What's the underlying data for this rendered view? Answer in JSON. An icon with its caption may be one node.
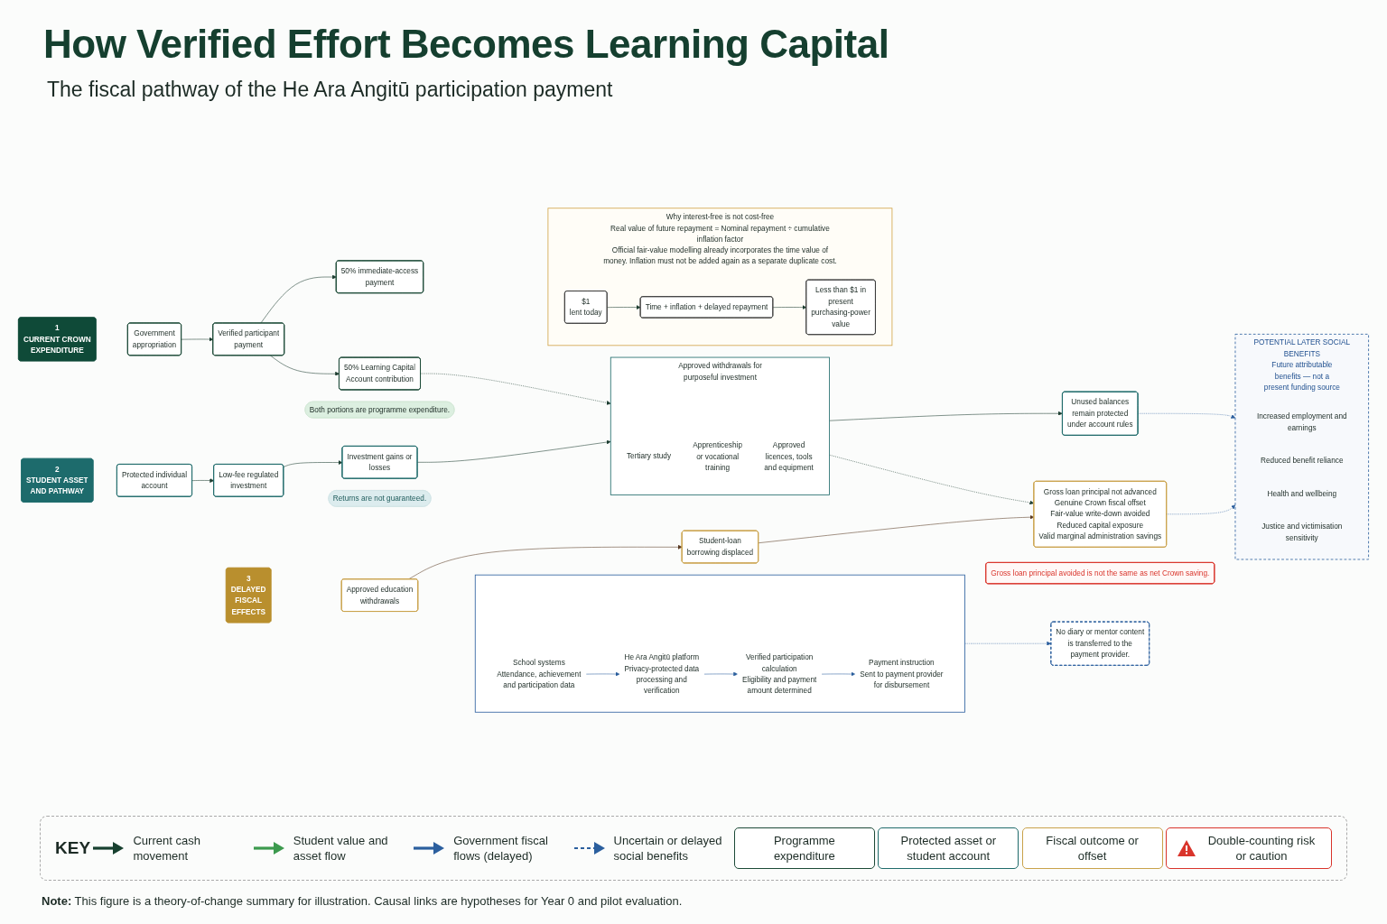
{
  "diagram": {
    "title": "How Verified Effort Becomes Learning Capital",
    "caption": "**Note:** This figure is a theory-of-change summary for illustration. Causal links are hypotheses for Year 0 and pilot evaluation.",
    "nodes": [
      {
        "text": [
          "1",
          "CURRENT CROWN EXPENDITURE"
        ]
      },
      {
        "text": [
          "Government appropriation"
        ]
      },
      {
        "text": [
          "Verified participant payment"
        ]
      },
      {
        "text": [
          "50% immediate-access payment"
        ]
      },
      {
        "text": [
          "50% Learning Capital Account contribution"
        ]
      },
      {
        "text": [
          "Both portions are programme expenditure."
        ]
      },
      {
        "text": [
          "Why interest-free is not cost-free",
          "Real value of future repayment = Nominal repayment ÷ cumulative inflation factor",
          "Official fair-value modelling already incorporates the time value of money. Inflation must not be added again as a separate duplicate cost."
        ]
      },
      {
        "text": [
          "$1",
          "lent today"
        ],
        "in": 6
      },
      {
        "text": [
          "Time + inflation + delayed repayment"
        ],
        "in": 6
      },
      {
        "text": [
          "Less than $1 in present purchasing-power value"
        ],
        "in": 6
      },
      {
        "text": [
          "2",
          "STUDENT ASSET AND PATHWAY"
        ]
      },
      {
        "text": [
          "Protected individual account"
        ]
      },
      {
        "text": [
          "Low-fee regulated investment"
        ]
      },
      {
        "text": [
          "Investment gains or losses"
        ]
      },
      {
        "text": [
          "Approved withdrawals for purposeful investment"
        ]
      },
      {
        "text": [
          "Tertiary study"
        ],
        "in": 14
      },
      {
        "text": [
          "Apprenticeship or vocational training"
        ],
        "in": 14
      },
      {
        "text": [
          "Approved licences, tools and equipment"
        ],
        "in": 14
      },
      {
        "text": [
          "Unused balances remain protected under account rules"
        ]
      },
      {
        "text": [
          "Returns are not guaranteed."
        ]
      },
      {
        "text": [
          "3",
          "DELAYED FISCAL EFFECTS"
        ]
      },
      {
        "text": [
          "Approved education withdrawals"
        ]
      },
      {
        "text": [
          "Student-loan borrowing displaced"
        ]
      },
      {
        "text": [
          "Gross loan principal not advanced",
          "Genuine Crown fiscal offset",
          "Fair-value write-down avoided",
          "Reduced capital exposure",
          "Valid marginal administration savings"
        ]
      },
      {
        "text": [
          "Gross loan principal avoided is not the same as net Crown saving."
        ]
      },
      {
        "text": [
          "POTENTIAL LATER SOCIAL BENEFITS",
          "Future attributable benefits — not a present funding source"
        ]
      },
      {
        "text": [
          "Increased employment and earnings"
        ],
        "in": 25
      },
      {
        "text": [
          "Reduced benefit reliance"
        ],
        "in": 25
      },
      {
        "text": [
          "Health and wellbeing"
        ],
        "in": 25
      },
      {
        "text": [
          "Justice and victimisation sensitivity"
        ],
        "in": 25
      },
      {
        "text": [],
        "shape": "box"
      },
      {
        "text": [
          "School systems",
          "Attendance, achievement and participation data"
        ],
        "in": 30
      },
      {
        "text": [
          "He Ara Angitū platform",
          "Privacy-protected data processing and verification"
        ],
        "in": 30
      },
      {
        "text": [
          "Verified participation calculation",
          "Eligibility and payment amount determined"
        ],
        "in": 30
      },
      {
        "text": [
          "Payment instruction",
          "Sent to payment provider for disbursement"
        ],
        "in": 30
      },
      {
        "text": [
          "No diary or mentor content is transferred to the payment provider."
        ]
      }
    ],
    "edges": [
      {
        "from": 1,
        "to": 2,
        "arrow": "to"
      },
      {
        "from": 2,
        "to": 3,
        "arrow": "to"
      },
      {
        "from": 2,
        "to": 4,
        "arrow": "to"
      },
      {
        "from": 4,
        "to": 14,
        "arrow": "to",
        "style": "dashed"
      },
      {
        "from": 7,
        "to": 8,
        "arrow": "to"
      },
      {
        "from": 8,
        "to": 9,
        "arrow": "to"
      },
      {
        "from": 11,
        "to": 12,
        "arrow": "to"
      },
      {
        "from": 12,
        "to": 13,
        "arrow": "to"
      },
      {
        "from": 13,
        "to": 14,
        "arrow": "to"
      },
      {
        "from": 14,
        "to": 18,
        "arrow": "to"
      },
      {
        "from": 18,
        "to": 25,
        "arrow": "to",
        "style": "dashed",
        "color": "#2b5f9e"
      },
      {
        "from": 14,
        "to": 23,
        "arrow": "to",
        "style": "dashed"
      },
      {
        "from": 21,
        "to": 22,
        "arrow": "to",
        "color": "#5a3a22"
      },
      {
        "from": 22,
        "to": 23,
        "arrow": "to",
        "color": "#5a3a22"
      },
      {
        "from": 23,
        "to": 25,
        "arrow": "to",
        "style": "dashed",
        "color": "#2b5f9e"
      },
      {
        "from": 31,
        "to": 32,
        "arrow": "to",
        "color": "#2b5f9e"
      },
      {
        "from": 32,
        "to": 33,
        "arrow": "to",
        "color": "#2b5f9e"
      },
      {
        "from": 33,
        "to": 34,
        "arrow": "to",
        "color": "#2b5f9e"
      },
      {
        "from": 30,
        "to": 35,
        "arrow": "to",
        "style": "dashed",
        "color": "#2b5f9e"
      }
    ],
    "labels": [
      "The fiscal pathway of the He Ara Angitū participation payment",
      "KEY"
    ],
    "legend": [
      {
        "text": "Current cash movement"
      },
      {
        "text": "Student value and asset flow"
      },
      {
        "text": "Government fiscal flows (delayed)"
      },
      {
        "text": "Uncertain or delayed social benefits"
      },
      {
        "text": "Programme expenditure"
      },
      {
        "text": "Protected asset or student account"
      },
      {
        "text": "Fiscal outcome or offset"
      },
      {
        "text": "Double-counting risk or caution"
      }
    ]
  }
}
